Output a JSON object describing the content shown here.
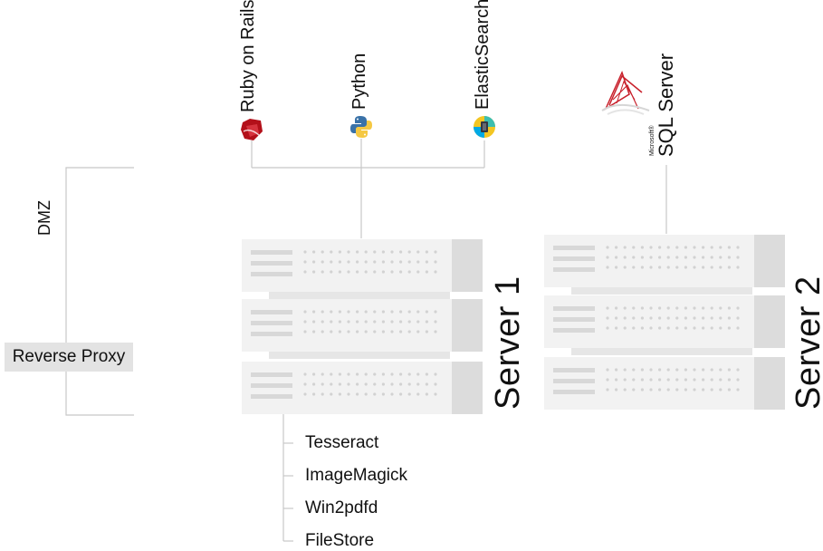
{
  "dmz_label": "DMZ",
  "reverse_proxy": "Reverse Proxy",
  "servers": [
    {
      "name": "Server 1",
      "technologies": [
        "Ruby on Rails",
        "Python",
        "ElasticSearch"
      ],
      "components": [
        "Tesseract",
        "ImageMagick",
        "Win2pdfd",
        "FileStore"
      ]
    },
    {
      "name": "Server 2",
      "technologies": [
        "SQL Server"
      ],
      "logo_prefix": "Microsoft®"
    }
  ],
  "icons": [
    "ruby-icon",
    "python-icon",
    "elasticsearch-icon",
    "sql-server-logo-icon",
    "server-rack-icon"
  ],
  "colors": {
    "line": "#c8c8c8",
    "rack_face": "#f2f2f2",
    "rack_side": "#dcdcdc",
    "proxy_bg": "#e3e3e3",
    "ruby": "#b3101a",
    "python_blue": "#3a72a8",
    "python_yellow": "#f5c842",
    "sql_red": "#c8202b"
  }
}
